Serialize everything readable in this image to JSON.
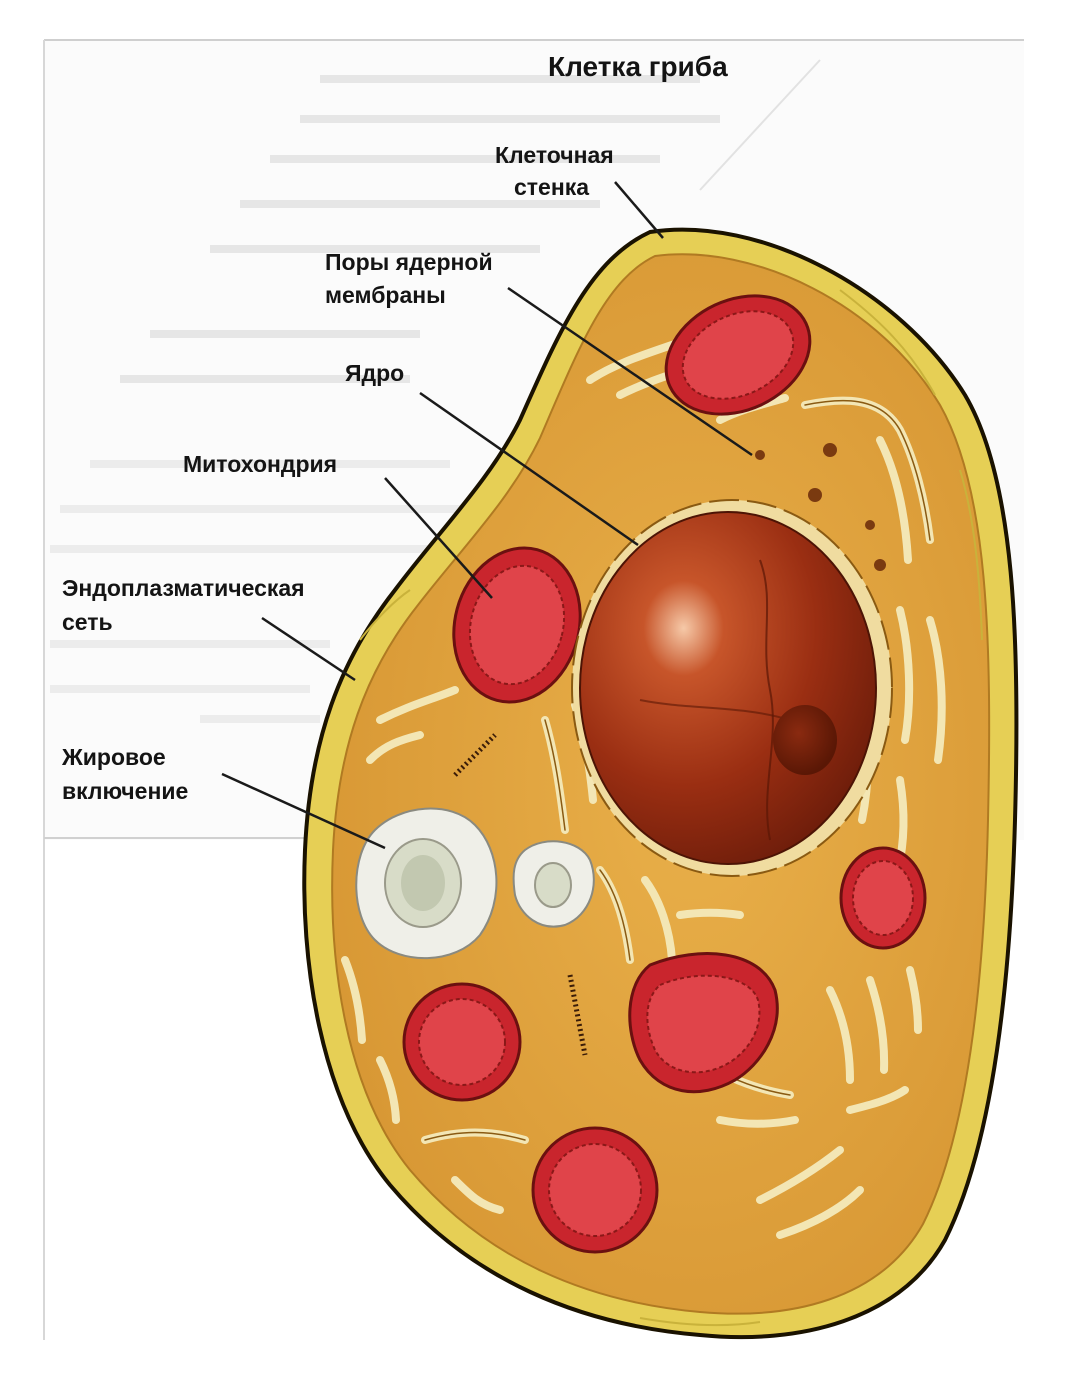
{
  "title": "Клетка гриба",
  "labels": {
    "cell_wall": [
      "Клеточная",
      "стенка"
    ],
    "nuclear_pores": [
      "Поры ядерной",
      "мембраны"
    ],
    "nucleus": [
      "Ядро"
    ],
    "mitochondrion": [
      "Митохондрия"
    ],
    "er": [
      "Эндоплазматическая",
      "сеть"
    ],
    "fat_inclusion": [
      "Жировое",
      "включение"
    ]
  },
  "colors": {
    "cytoplasm": "#e0a23a",
    "cell_wall": "#e8d35a",
    "mitochondria": "#d9333a",
    "nucleus": "#9a2e12",
    "er": "#f3e6b4",
    "fat": "#efefe8"
  }
}
